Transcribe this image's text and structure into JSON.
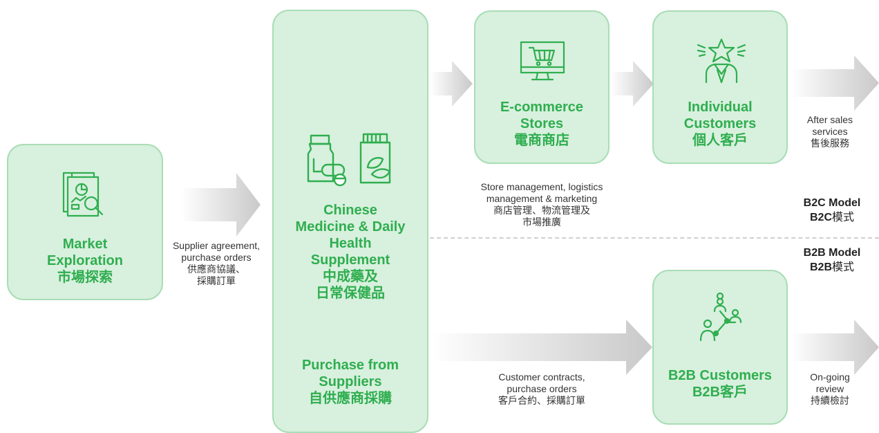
{
  "boxes": {
    "market": "Market\nExploration\n市場探索",
    "supplement": "Chinese\nMedicine & Daily\nHealth\nSupplement\n中成藥及\n日常保健品",
    "purchase": "Purchase from\nSuppliers\n自供應商採購",
    "ecommerce": "E-commerce\nStores\n電商商店",
    "individual": "Individual\nCustomers\n個人客戶",
    "b2b": "B2B Customers\nB2B客戶"
  },
  "notes": {
    "supplier_agreement": "Supplier agreement,\npurchase orders\n供應商協議、\n採購訂單",
    "store_management": "Store management, logistics\nmanagement & marketing\n商店管理、物流管理及\n市場推廣",
    "after_sales": "After sales\nservices\n售後服務",
    "customer_contracts": "Customer contracts,\npurchase orders\n客戶合約、採購訂單",
    "ongoing_review": "On-going\nreview\n持續檢討"
  },
  "models": {
    "b2c_en": "B2C Model",
    "b2c_zh_prefix": "B2C",
    "b2c_zh_suffix": "模式",
    "b2b_en": "B2B Model",
    "b2b_zh_prefix": "B2B",
    "b2b_zh_suffix": "模式"
  },
  "colors": {
    "box_fill": "#d8f0de",
    "box_border": "#a8ddb5",
    "accent_green": "#2fae4f",
    "arrow_gray": "#cfcfcf"
  },
  "icons": {
    "market": "report-magnifier-icon",
    "supplement": "medicine-bottles-icon",
    "ecommerce": "monitor-cart-icon",
    "individual": "customer-star-icon",
    "b2b": "network-people-icon"
  }
}
